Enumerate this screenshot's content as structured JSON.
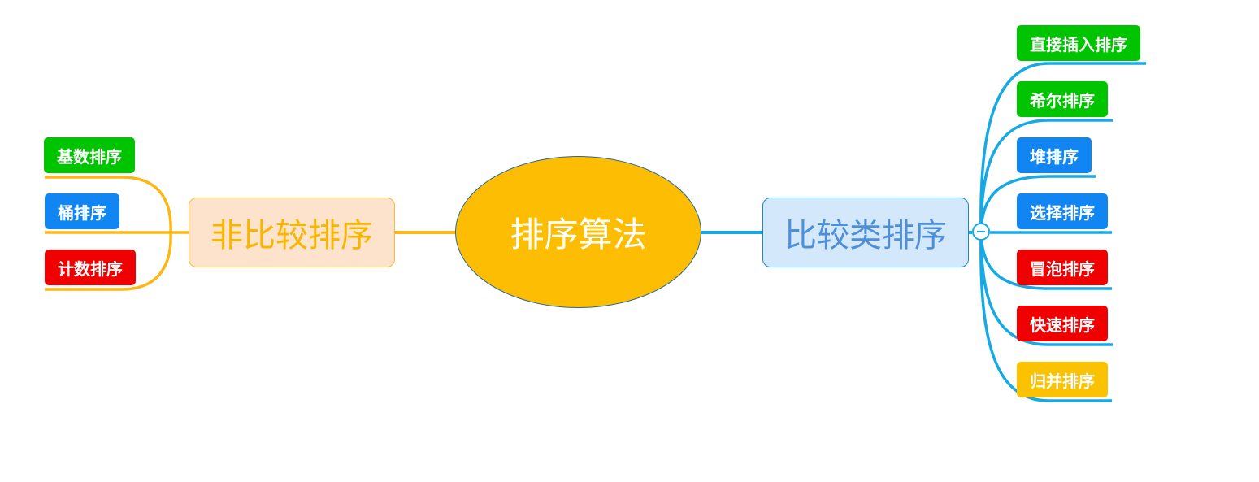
{
  "colors": {
    "left_line": "#fdb714",
    "right_line": "#15a9e6"
  },
  "center": {
    "label": "排序算法"
  },
  "left_branch": {
    "label": "非比较排序",
    "leaves": [
      {
        "label": "基数排序",
        "color": "#00c400"
      },
      {
        "label": "桶排序",
        "color": "#1186f2"
      },
      {
        "label": "计数排序",
        "color": "#f00000"
      }
    ]
  },
  "right_branch": {
    "label": "比较类排序",
    "collapse_icon": "minus-circle-icon",
    "leaves": [
      {
        "label": "直接插入排序",
        "color": "#00c400"
      },
      {
        "label": "希尔排序",
        "color": "#00c400"
      },
      {
        "label": "堆排序",
        "color": "#1186f2"
      },
      {
        "label": "选择排序",
        "color": "#1186f2"
      },
      {
        "label": "冒泡排序",
        "color": "#f00000"
      },
      {
        "label": "快速排序",
        "color": "#f00000"
      },
      {
        "label": "归并排序",
        "color": "#fac200"
      }
    ]
  }
}
